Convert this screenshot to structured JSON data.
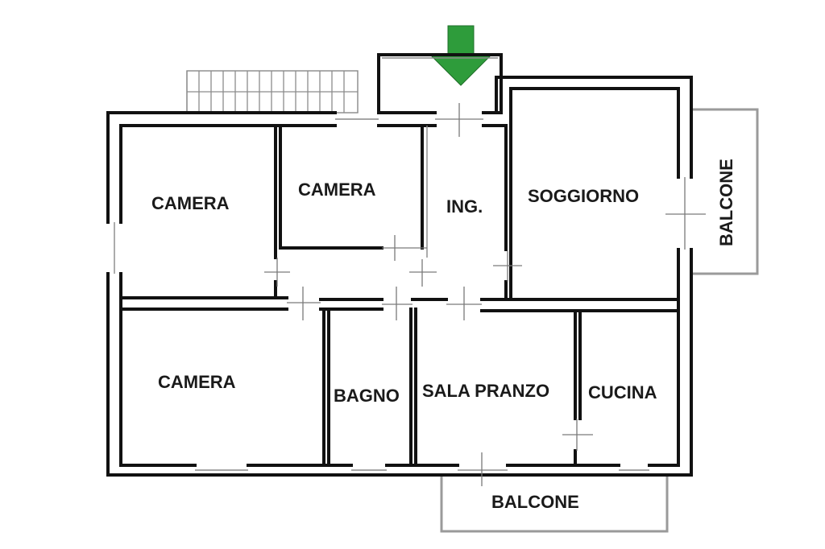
{
  "rooms": {
    "camera_top_left": "CAMERA",
    "camera_top_middle": "CAMERA",
    "ingresso": "ING.",
    "soggiorno": "SOGGIORNO",
    "balcone_right": "BALCONE",
    "camera_bottom_left": "CAMERA",
    "bagno": "BAGNO",
    "sala_pranzo": "SALA PRANZO",
    "cucina": "CUCINA",
    "balcone_bottom": "BALCONE"
  },
  "colors": {
    "walls": "#111111",
    "entrance_arrow": "#2e9c3b",
    "balcony_outline": "#9a9a9a",
    "background": "#ffffff"
  },
  "icons": {
    "entrance": "down-arrow-icon",
    "stairs": "staircase-icon"
  }
}
